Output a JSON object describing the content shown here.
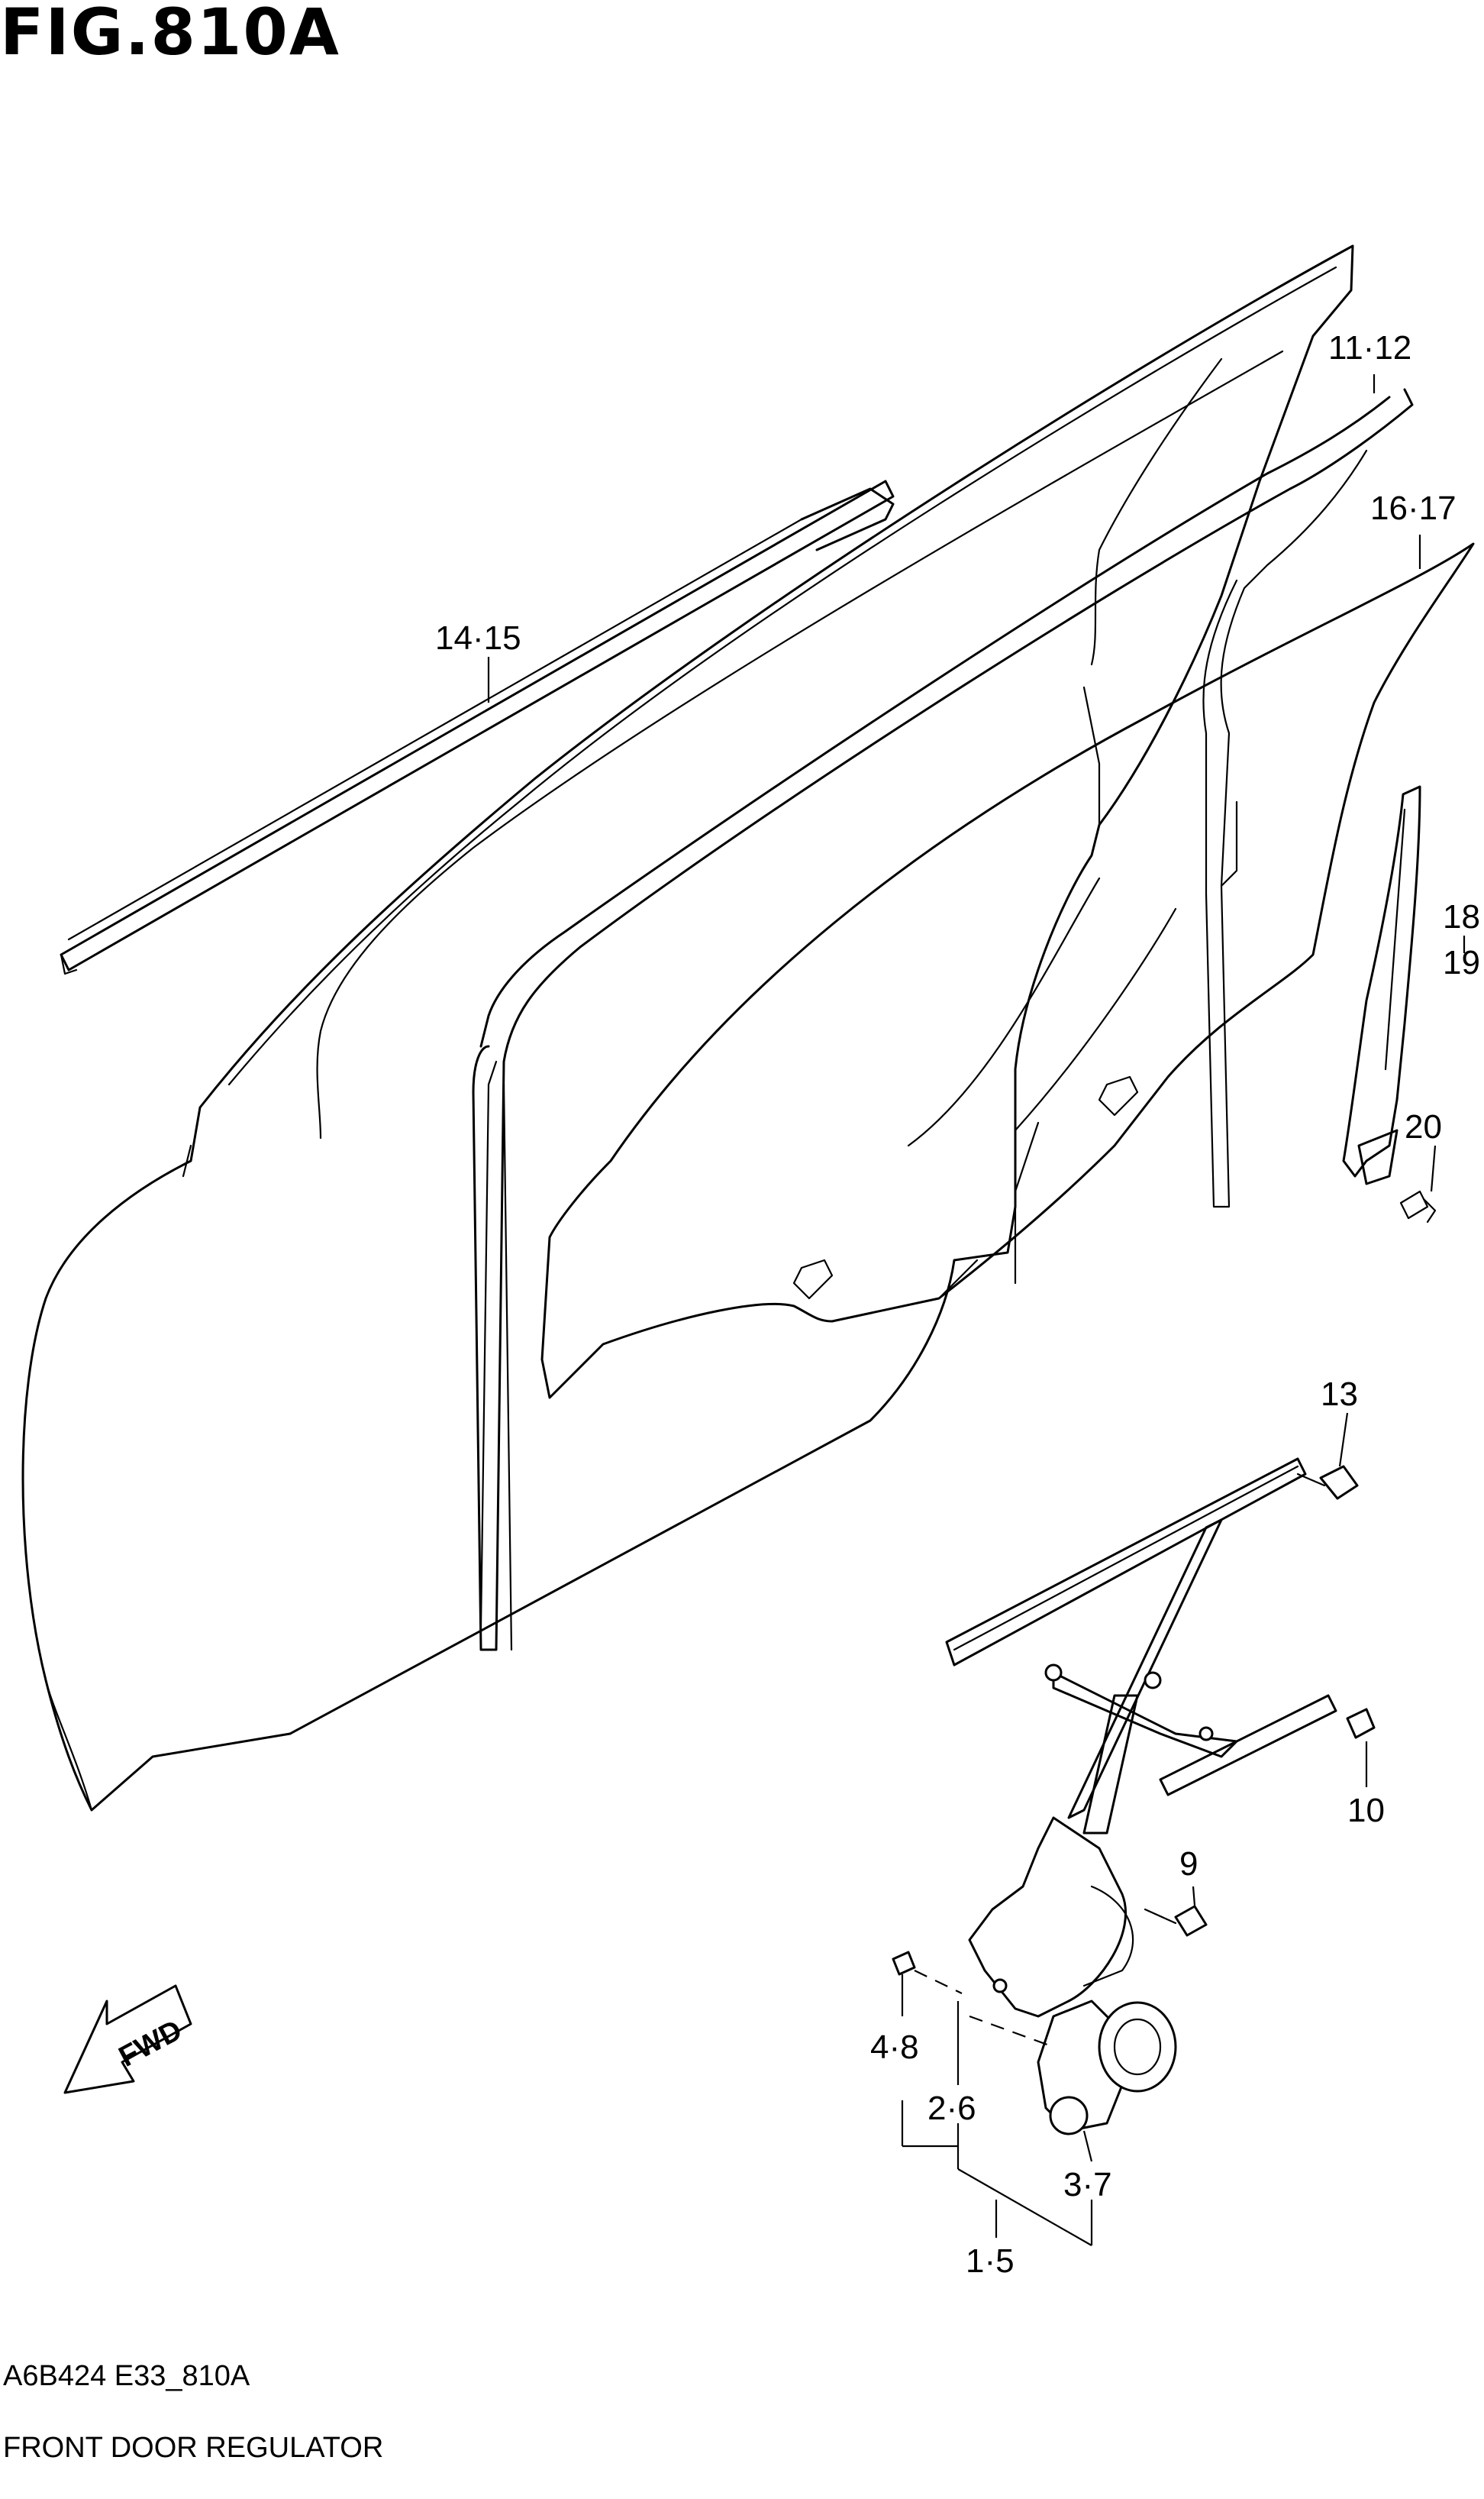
{
  "header": {
    "figure_title": "FIG.810A"
  },
  "footer": {
    "diagram_code": "A6B424 E33_810A",
    "caption": "FRONT DOOR REGULATOR"
  },
  "direction_arrow": {
    "label": "FWD"
  },
  "callouts": {
    "c11_12": "11·12",
    "c16_17": "16·17",
    "c14_15": "14·15",
    "c18": "18",
    "c19": "19",
    "c20": "20",
    "c13": "13",
    "c10": "10",
    "c9": "9",
    "c4_8": "4·8",
    "c2_6": "2·6",
    "c3_7": "3·7",
    "c1_5": "1·5"
  }
}
